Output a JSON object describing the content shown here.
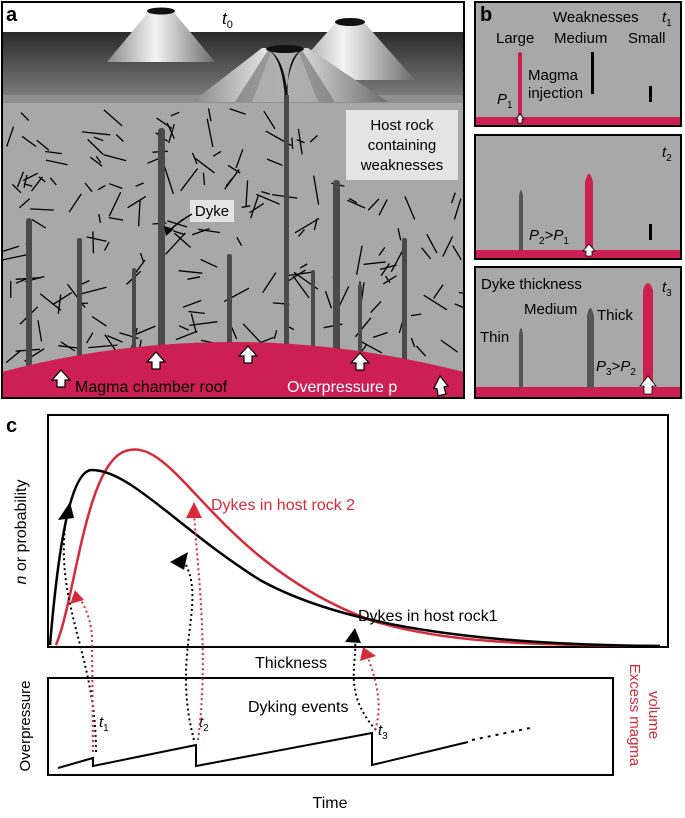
{
  "panel_labels": {
    "a": "a",
    "b": "b",
    "c": "c"
  },
  "panel_a": {
    "time": "t",
    "time_sub": "0",
    "host_rock": [
      "Host rock",
      "containing",
      "weaknesses"
    ],
    "dyke": "Dyke",
    "chamber": "Magma chamber roof",
    "overpressure": "Overpressure p"
  },
  "panel_b1": {
    "time": "t",
    "time_sub": "1",
    "weaknesses": "Weaknesses",
    "large": "Large",
    "medium": "Medium",
    "small": "Small",
    "magma": "Magma",
    "injection": "injection",
    "p": "P",
    "p_sub": "1"
  },
  "panel_b2": {
    "time": "t",
    "time_sub": "2",
    "p_left": "P",
    "p_left_sub": "2",
    "gt": ">",
    "p_right": "P",
    "p_right_sub": "1"
  },
  "panel_b3": {
    "time": "t",
    "time_sub": "3",
    "dyke_thickness": "Dyke thickness",
    "thin": "Thin",
    "medium": "Medium",
    "thick": "Thick",
    "p_left": "P",
    "p_left_sub": "3",
    "gt": ">",
    "p_right": "P",
    "p_right_sub": "2"
  },
  "panel_c": {
    "y_label_italic": "n",
    "y_label_rest": " or probability",
    "series_red": "Dykes in host rock 2",
    "series_black": "Dykes in host rock1",
    "thickness": "Thickness",
    "dyking_events": "Dyking events",
    "overpressure_axis": "Overpressure",
    "time_axis": "Time",
    "excess": [
      "Excess magma",
      "volume"
    ],
    "t1": "t",
    "t1_sub": "1",
    "t2": "t",
    "t2_sub": "2",
    "t3": "t",
    "t3_sub": "3"
  },
  "colors": {
    "magma": "#cc1f53",
    "rock": "#a8a8a8",
    "sky_dark": "#3c3c3c",
    "dyke": "#4a4a4a",
    "red_curve": "#d42a3a",
    "black_curve": "#000000"
  }
}
